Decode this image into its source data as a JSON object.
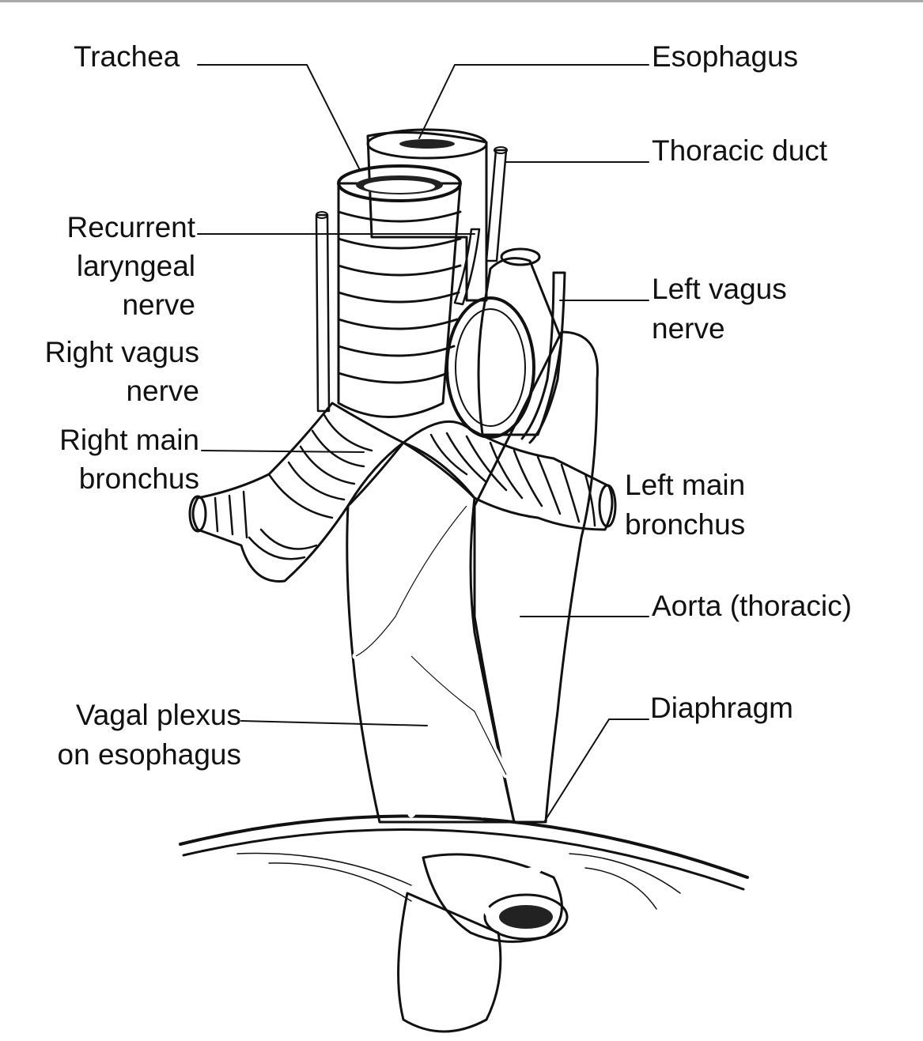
{
  "colors": {
    "esophagus": "#cf9c76",
    "aorta": "#e2e2e2",
    "ink": "#111111",
    "nerve": "#ffffff",
    "top_border": "#a9a9a9"
  },
  "labels": {
    "trachea": "Trachea",
    "esophagus": "Esophagus",
    "thoracic_duct": "Thoracic duct",
    "recurrent_laryngeal_nerve": [
      "Recurrent",
      "laryngeal",
      "nerve"
    ],
    "right_vagus_nerve": [
      "Right vagus",
      "nerve"
    ],
    "right_main_bronchus": [
      "Right main",
      "bronchus"
    ],
    "left_vagus_nerve": [
      "Left vagus",
      "nerve"
    ],
    "left_main_bronchus": [
      "Left main",
      "bronchus"
    ],
    "aorta_thoracic": "Aorta (thoracic)",
    "diaphragm": "Diaphragm",
    "vagal_plexus_on_esophagus": [
      "Vagal plexus",
      "on esophagus"
    ]
  }
}
